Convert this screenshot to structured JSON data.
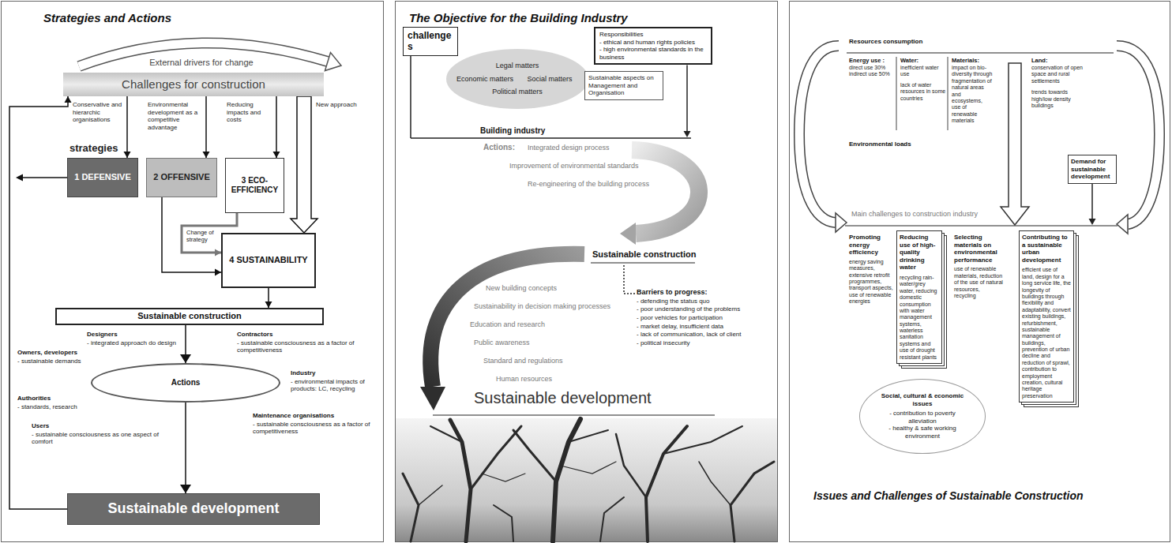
{
  "diagram": {
    "caption": "Issues and Challenges of Sustainable Construction",
    "nodes": [
      {
        "text": [
          "Challenges for construction"
        ]
      },
      {
        "text": [
          "1 DEFENSIVE"
        ]
      },
      {
        "text": [
          "2 OFFENSIVE"
        ]
      },
      {
        "text": [
          "3 ECO-EFFICIENCY"
        ]
      },
      {
        "text": [
          "4 SUSTAINABILITY"
        ]
      },
      {
        "text": [
          "Sustainable construction"
        ]
      },
      {
        "text": [
          "Actions"
        ]
      },
      {
        "text": [
          "Sustainable development"
        ]
      },
      {
        "text": [
          "challenges"
        ]
      },
      {
        "text": [
          "Legal matters",
          "Economic matters",
          "Social matters",
          "Political matters"
        ]
      },
      {
        "text": [
          "Responsibilities",
          "- ethical and human rights policies",
          "- high environmental standards in the business"
        ]
      },
      {
        "text": [
          "Sustainable aspects on Management and Organisation"
        ]
      },
      {
        "text": [
          "Demand for sustainable development"
        ]
      },
      {
        "text": [
          "Reducing use of high-quality drinking water",
          "recycling rain-water/grey water, reducing domestic consumption with water management systems, waterless sanitation systems and use of drought resistant plants"
        ]
      },
      {
        "text": [
          "Contributing to a sustainable urban development",
          "efficient use of land, design for a long service life, the longevity of buildings through flexibility and adaptability, convert existing buildings, refurbishment, sustainable management of buildings, prevention of urban decline and reduction of sprawl, contribution to employment creation, cultural heritage preservation"
        ]
      },
      {
        "text": [
          "Social, cultural & economic issues",
          "- contribution to poverty alleviation",
          "- healthy & safe working environment"
        ]
      }
    ],
    "edges": [
      {
        "from": 0,
        "to": 1,
        "label": "Conservative and hierarchic organisations",
        "arrow": "to"
      },
      {
        "from": 0,
        "to": 2,
        "label": "Environmental development as a competitive advantage",
        "arrow": "to"
      },
      {
        "from": 0,
        "to": 3,
        "label": "Reducing impacts and costs",
        "arrow": "to"
      },
      {
        "from": 0,
        "to": 4,
        "label": "New approach",
        "arrow": "to"
      },
      {
        "from": 3,
        "to": 4,
        "label": "Change of strategy",
        "arrow": "to"
      },
      {
        "from": 2,
        "to": 4,
        "arrow": "to"
      },
      {
        "from": 4,
        "to": 5,
        "arrow": "to"
      },
      {
        "from": 5,
        "to": 6,
        "arrow": "to"
      },
      {
        "from": 6,
        "to": 7,
        "arrow": "to"
      },
      {
        "from": 7,
        "to": 0,
        "arrow": "to"
      }
    ],
    "labels": [
      "Strategies and Actions",
      "External drivers for change",
      "strategies",
      "Designers",
      "- integrated approach do design",
      "Contractors",
      "- sustainable consciousness as a factor of competitiveness",
      "Owners, developers",
      "- sustainable demands",
      "Industry",
      "- environmental impacts of products: LC, recycling",
      "Authorities",
      "- standards, research",
      "Maintenance organisations",
      "- sustainable consciousness as a factor of competitiveness",
      "Users",
      "- sustainable consciousness as one aspect of comfort",
      "The Objective for the Building Industry",
      "Building industry",
      "Actions:",
      "Integrated design process",
      "Improvement of environmental standards",
      "Re-engineering of the building process",
      "Sustainable construction",
      "Barriers to progress:",
      "- defending the status quo",
      "- poor understanding of the problems",
      "- poor vehicles for participation",
      "- market delay, insufficient data",
      "- lack of communication, lack of client",
      "- political insecurity",
      "New building concepts",
      "Sustainability in decision making processes",
      "Education and research",
      "Public awareness",
      "Standard and regulations",
      "Human resources",
      "Sustainable development",
      "Resources consumption",
      "Energy use :",
      "direct use 30% indirect use 50%",
      "Water:",
      "inefficient water use",
      "lack of water resources in some countries",
      "Materials:",
      "impact on bio-diversity through fragmentation of natural areas and ecosystems, use of renewable materials",
      "Land:",
      "conservation of open space and rural settlements",
      "trends towards high/low density buildings",
      "Environmental loads",
      "Main challenges to construction industry",
      "Promoting energy efficiency",
      "energy saving measures, extensive retrofit programmes, transport aspects, use of renewable energies",
      "Selecting materials on environmental performance",
      "use of renewable materials, reduction of the use of natural resources, recycling"
    ]
  }
}
